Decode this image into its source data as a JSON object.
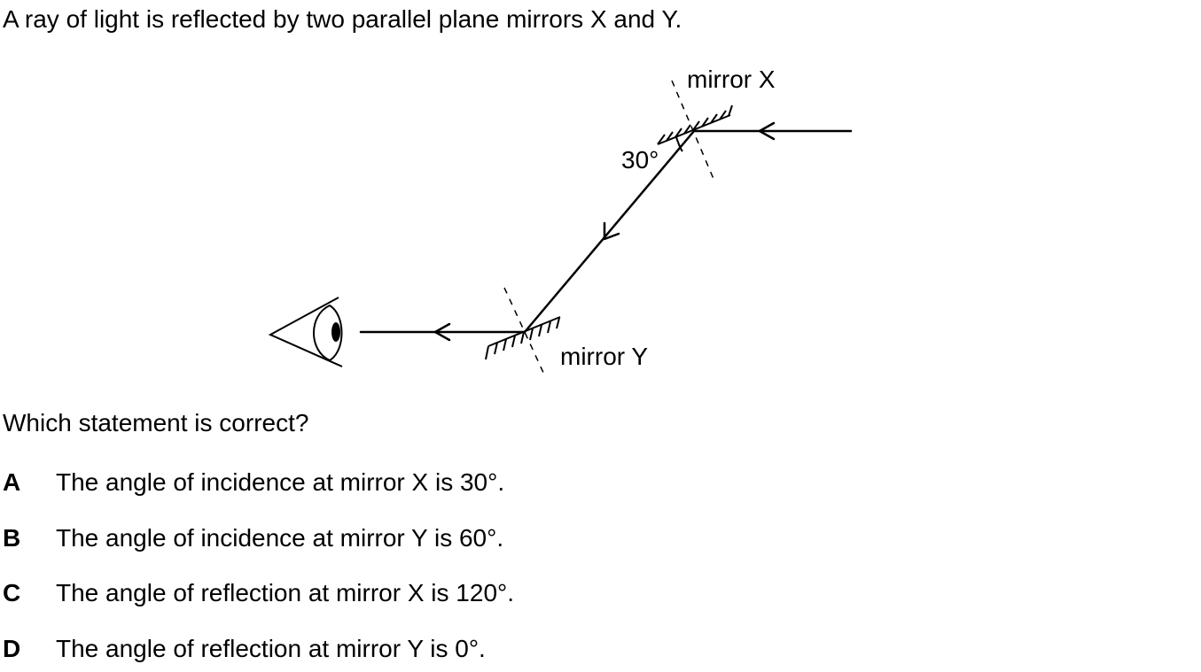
{
  "question": {
    "stem": "A ray of light is reflected by two parallel plane mirrors X and Y.",
    "prompt": "Which statement is correct?",
    "options": [
      {
        "letter": "A",
        "text": "The angle of incidence at mirror X is 30°."
      },
      {
        "letter": "B",
        "text": "The angle of incidence at mirror Y is 60°."
      },
      {
        "letter": "C",
        "text": "The angle of reflection at mirror X is 120°."
      },
      {
        "letter": "D",
        "text": "The angle of reflection at mirror Y is 0°."
      }
    ]
  },
  "diagram": {
    "mirror_x_label": "mirror X",
    "mirror_y_label": "mirror Y",
    "angle_label": "30°",
    "icons": [
      "eye-icon",
      "arrowhead-icon"
    ]
  }
}
